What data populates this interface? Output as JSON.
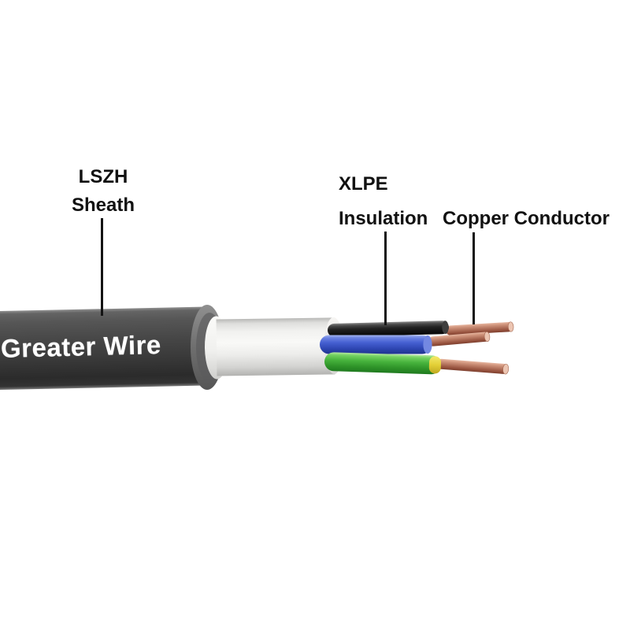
{
  "labels": {
    "lszh": {
      "line1": "LSZH",
      "line2": "Sheath"
    },
    "xlpe": {
      "line1": "XLPE",
      "line2": "Insulation"
    },
    "copper": {
      "text": "Copper Conductor"
    }
  },
  "cable": {
    "brand_text": "Greater Wire",
    "colors": {
      "sheath": "#3f3f3f",
      "bedding": "#efefed",
      "core_black": "#1a1a1a",
      "core_blue": "#3a57cc",
      "core_green": "#3fae38",
      "earth_ring_yellow": "#e3cf37",
      "copper": "#b4745e",
      "brand_text": "#ffffff",
      "label_text": "#111111",
      "leader_line": "#141414",
      "background": "#ffffff"
    }
  }
}
